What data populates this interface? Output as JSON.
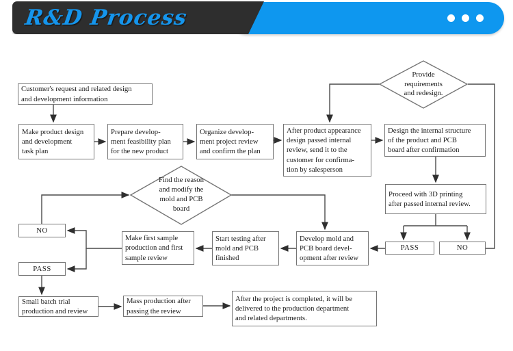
{
  "header": {
    "title": "R&D Process",
    "menu_icon": "ellipsis-icon",
    "colors": {
      "banner_dark": "#2e2e2e",
      "accent_blue": "#0e97ef",
      "title_blue": "#1595ec"
    }
  },
  "flowchart": {
    "line_color": "#4a4a4a",
    "nodes": {
      "customer_request": {
        "label": "Customer's request and related design\nand development information"
      },
      "task_plan": {
        "label": "Make product design\nand development\ntask plan"
      },
      "feasibility_plan": {
        "label": "Prepare develop-\nment feasibility plan\nfor the new product"
      },
      "project_review": {
        "label": "Organize develop-\nment project review\nand confirm the plan"
      },
      "appearance_review": {
        "label": "After product appearance\ndesign passed internal\nreview, send it to the\ncustomer for confirma-\ntion by salesperson"
      },
      "internal_structure": {
        "label": "Design the internal structure\nof the product and PCB\nboard after confirmation"
      },
      "provide_requirements": {
        "label": "Provide\nrequirements\nand redesign."
      },
      "printing_3d": {
        "label": "Proceed with 3D printing\nafter passed internal review."
      },
      "pass_right": {
        "label": "PASS"
      },
      "no_right": {
        "label": "NO"
      },
      "find_reason": {
        "label": "Find the reason\nand modify the\nmold and PCB\nboard"
      },
      "develop_mold": {
        "label": "Develop mold and\nPCB board devel-\nopment after review"
      },
      "start_testing": {
        "label": "Start testing after\nmold and PCB\nfinished"
      },
      "first_sample": {
        "label": "Make first sample\nproduction and first\nsample review"
      },
      "no_left": {
        "label": "NO"
      },
      "pass_left": {
        "label": "PASS"
      },
      "small_batch": {
        "label": "Small batch trial\nproduction and review"
      },
      "mass_production": {
        "label": "Mass production after\npassing the review"
      },
      "delivery": {
        "label": "After the project is completed, it will be\ndelivered to the production department\nand related departments."
      }
    }
  }
}
